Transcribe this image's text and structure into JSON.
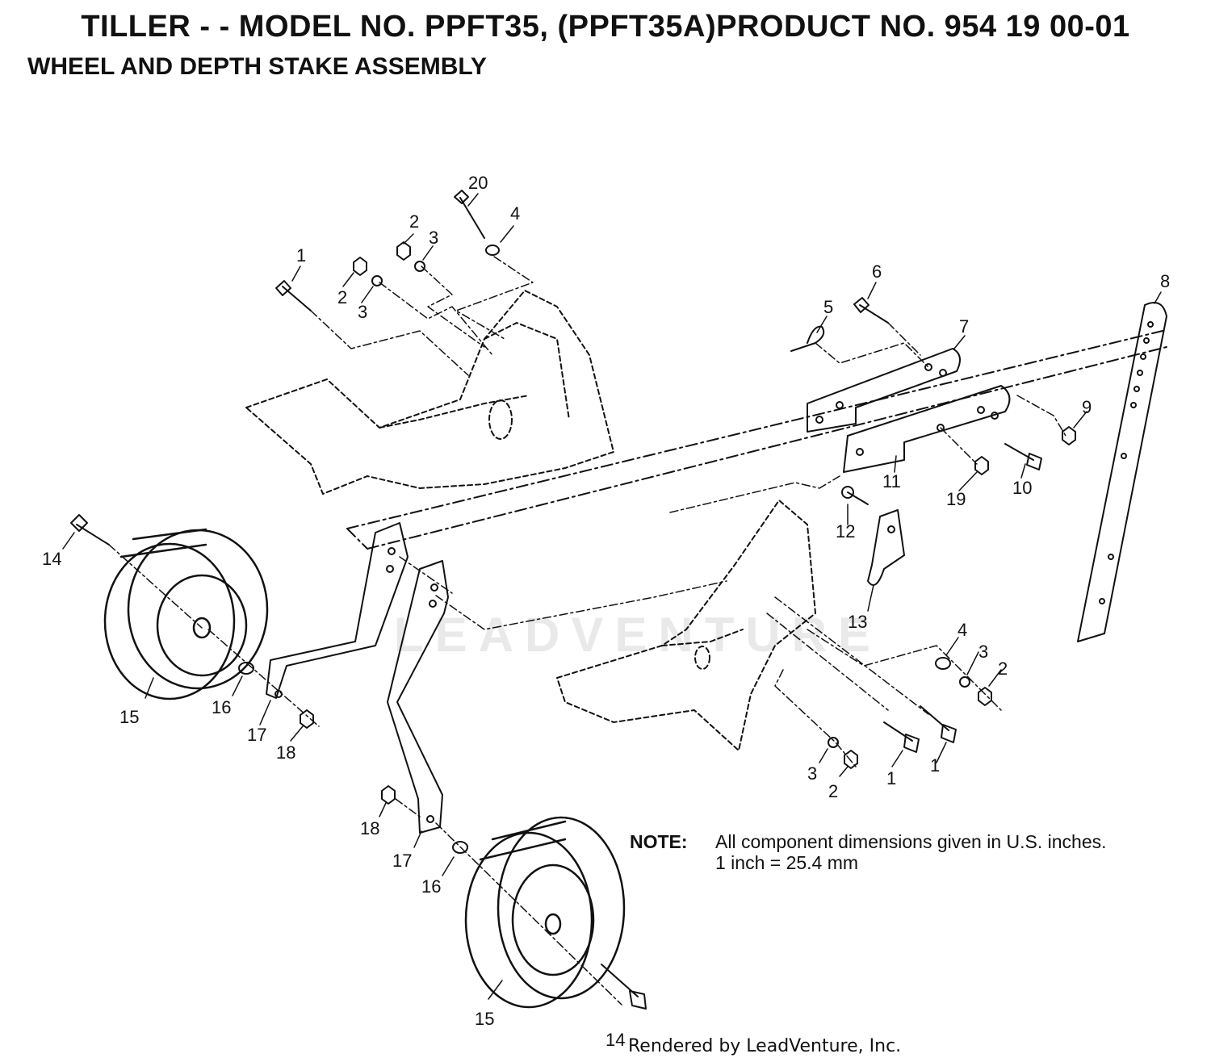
{
  "header": {
    "title": "TILLER - - MODEL NO. PPFT35, (PPFT35A)PRODUCT NO. 954 19 00-01",
    "subtitle": "WHEEL AND DEPTH STAKE ASSEMBLY"
  },
  "note": {
    "label": "NOTE:",
    "line1": "All component dimensions given in U.S. inches.",
    "line2": "1 inch = 25.4 mm"
  },
  "credit": "Rendered by LeadVenture, Inc.",
  "watermark": "LEADVENTURE",
  "callouts": {
    "c20": "20",
    "c4a": "4",
    "c2a": "2",
    "c3a": "3",
    "c1a": "1",
    "c2b": "2",
    "c3b": "3",
    "c6": "6",
    "c5": "5",
    "c7": "7",
    "c8": "8",
    "c9": "9",
    "c10": "10",
    "c11": "11",
    "c19": "19",
    "c12": "12",
    "c13": "13",
    "c14a": "14",
    "c15a": "15",
    "c16a": "16",
    "c17a": "17",
    "c18a": "18",
    "c4b": "4",
    "c3c": "3",
    "c2c": "2",
    "c1b": "1",
    "c1c": "1",
    "c3d": "3",
    "c2d": "2",
    "c18b": "18",
    "c17b": "17",
    "c16b": "16",
    "c15b": "15",
    "c14b": "14"
  }
}
